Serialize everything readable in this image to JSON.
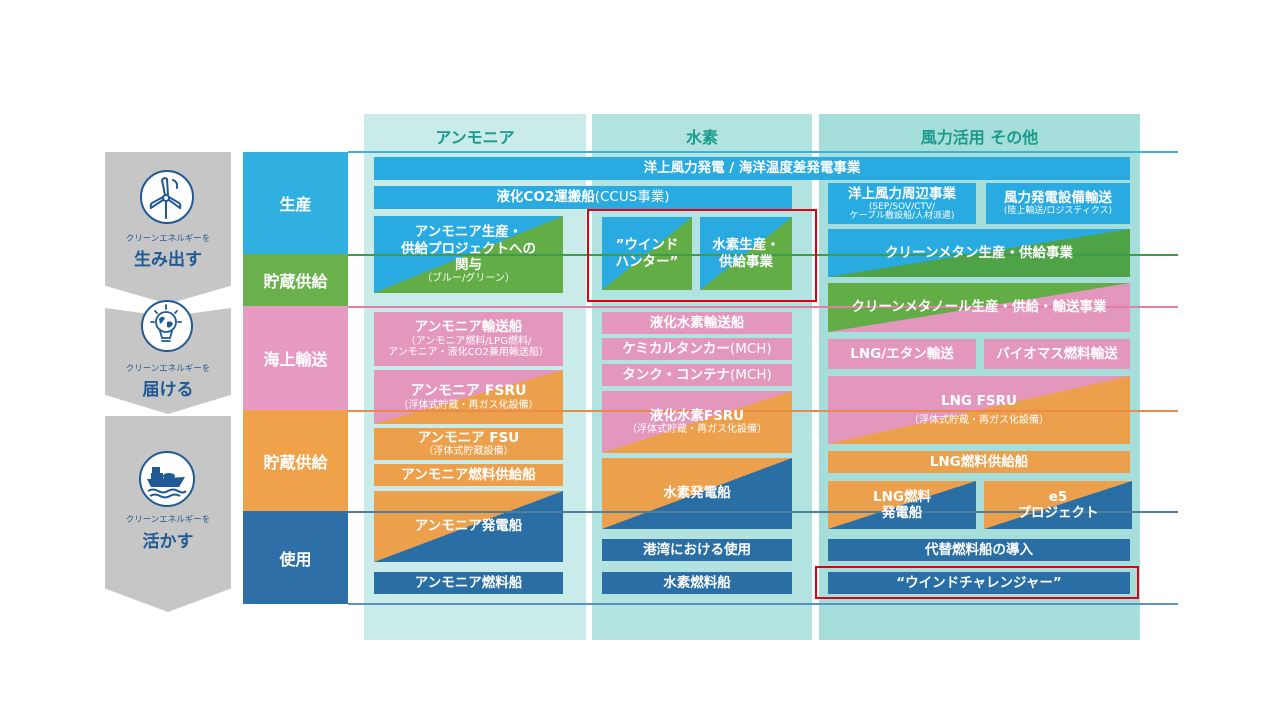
{
  "colors": {
    "blue": "#29abe2",
    "green": "#62ad46",
    "pink": "#e497bd",
    "orange": "#eda04b",
    "navy": "#2a6ea6",
    "teal_text": "#1a9b8c",
    "col_bg_1": "#c9ebea",
    "col_bg_2": "#b2e3e0",
    "col_bg_3": "#a5dedb",
    "stage_gray": "#c6c6c6",
    "stage_text": "#1f5a94",
    "highlight_red": "#e00012"
  },
  "columns": [
    {
      "label": "アンモニア"
    },
    {
      "label": "水素"
    },
    {
      "label": "風力活用 その他"
    }
  ],
  "stages": [
    {
      "small": "クリーンエネルギーを",
      "big": "生み出す",
      "icon": "wind-turbine-icon"
    },
    {
      "small": "クリーンエネルギーを",
      "big": "届ける",
      "icon": "globe-lightbulb-icon"
    },
    {
      "small": "クリーンエネルギーを",
      "big": "活かす",
      "icon": "ship-icon"
    }
  ],
  "categories": [
    {
      "label": "生産",
      "color": "#2fb0e0"
    },
    {
      "label": "貯蔵供給",
      "color": "#6ab04c"
    },
    {
      "label": "海上輸送",
      "color": "#e89bc2"
    },
    {
      "label": "貯蔵供給",
      "color": "#f0a24a"
    },
    {
      "label": "使用",
      "color": "#2f6fa7"
    }
  ],
  "shared": {
    "offshore_wind": "洋上風力発電 / 海洋温度差発電事業",
    "co2_carrier_bold": "液化CO2運搬船",
    "co2_carrier_rest": "(CCUS事業)"
  },
  "ammonia": {
    "production": {
      "line1": "アンモニア生産・",
      "line2": "供給プロジェクトへの",
      "line3": "関与",
      "sub": "（ブルー/グリーン）"
    },
    "carrier": {
      "title": "アンモニア輸送船",
      "sub1": "（アンモニア燃料/LPG燃料/",
      "sub2": "アンモニア・液化CO2兼用輸送船）"
    },
    "fsru": {
      "title": "アンモニア FSRU",
      "sub": "（浮体式貯蔵・再ガス化設備）"
    },
    "fsu": {
      "title": "アンモニア FSU",
      "sub": "（浮体式貯蔵設備）"
    },
    "bunkering": "アンモニア燃料供給船",
    "power_ship": "アンモニア発電船",
    "fueled_ship": "アンモニア燃料船"
  },
  "hydrogen": {
    "wind_hunter": {
      "line1": "”ウインド",
      "line2": "ハンター”"
    },
    "production": {
      "line1": "水素生産・",
      "line2": "供給事業"
    },
    "lh2_carrier": "液化水素輸送船",
    "chemical_tanker_bold": "ケミカルタンカー",
    "chemical_tanker_rest": "(MCH)",
    "tank_container_bold": "タンク・コンテナ",
    "tank_container_rest": "(MCH)",
    "fsru": {
      "title": "液化水素FSRU",
      "sub": "（浮体式貯蔵・再ガス化設備）"
    },
    "power_ship": "水素発電船",
    "port_use": "港湾における使用",
    "fueled_ship": "水素燃料船"
  },
  "wind_other": {
    "offshore_related": {
      "title": "洋上風力周辺事業",
      "sub1": "(SEP/SOV/CTV/",
      "sub2": "ケーブル敷設船/人材派遣)"
    },
    "equipment_transport": {
      "title": "風力発電設備輸送",
      "sub": "(陸上輸送/ロジスティクス)"
    },
    "clean_methane": "クリーンメタン生産・供給事業",
    "clean_methanol": "クリーンメタノール生産・供給・輸送事業",
    "lng_ethane": "LNG/エタン輸送",
    "biomass": "バイオマス燃料輸送",
    "lng_fsru": {
      "title": "LNG FSRU",
      "sub": "（浮体式貯蔵・再ガス化設備）"
    },
    "lng_bunkering": "LNG燃料供給船",
    "lng_power_ship": {
      "line1": "LNG燃料",
      "line2": "発電船"
    },
    "e5": {
      "line1": "e5",
      "line2": "プロジェクト"
    },
    "alt_fuel": "代替燃料船の導入",
    "wind_challenger": "“ウインドチャレンジャー”"
  }
}
